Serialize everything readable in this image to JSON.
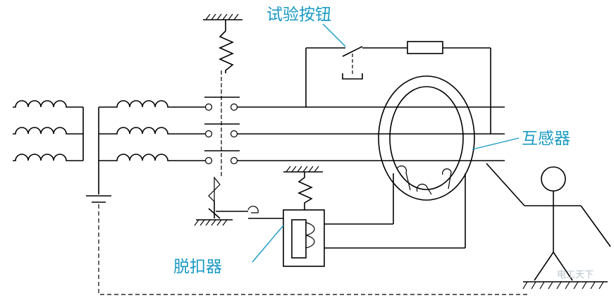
{
  "labels": {
    "test_button": "试验按钮",
    "transformer": "互感器",
    "trip_device": "脱扣器"
  },
  "watermark": {
    "text": "电工天下"
  },
  "colors": {
    "label": "#1a9ac4",
    "line": "#000000",
    "background": "#ffffff"
  },
  "icons": [
    "ground-icon",
    "spring-icon",
    "coil-icon",
    "person-icon",
    "contact-icon"
  ]
}
